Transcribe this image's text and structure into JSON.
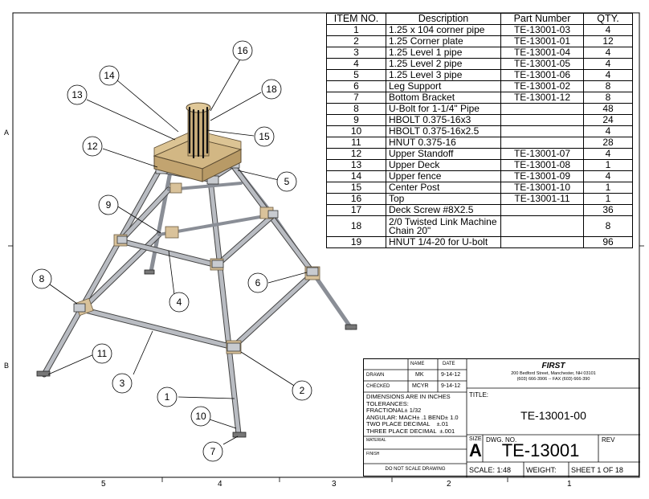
{
  "bom": {
    "headers": [
      "ITEM NO.",
      "Description",
      "Part Number",
      "QTY."
    ],
    "rows": [
      [
        "1",
        "1.25 x 104 corner pipe",
        "TE-13001-03",
        "4"
      ],
      [
        "2",
        "1.25 Corner plate",
        "TE-13001-01",
        "12"
      ],
      [
        "3",
        "1.25 Level 1 pipe",
        "TE-13001-04",
        "4"
      ],
      [
        "4",
        "1.25 Level 2 pipe",
        "TE-13001-05",
        "4"
      ],
      [
        "5",
        "1.25 Level 3 pipe",
        "TE-13001-06",
        "4"
      ],
      [
        "6",
        "Leg Support",
        "TE-13001-02",
        "8"
      ],
      [
        "7",
        "Bottom Bracket",
        "TE-13001-12",
        "8"
      ],
      [
        "8",
        "U-Bolt for 1-1/4\" Pipe",
        "",
        "48"
      ],
      [
        "9",
        "HBOLT 0.375-16x3",
        "",
        "24"
      ],
      [
        "10",
        "HBOLT 0.375-16x2.5",
        "",
        "4"
      ],
      [
        "11",
        "HNUT 0.375-16",
        "",
        "28"
      ],
      [
        "12",
        "Upper Standoff",
        "TE-13001-07",
        "4"
      ],
      [
        "13",
        "Upper Deck",
        "TE-13001-08",
        "1"
      ],
      [
        "14",
        "Upper fence",
        "TE-13001-09",
        "4"
      ],
      [
        "15",
        "Center Post",
        "TE-13001-10",
        "1"
      ],
      [
        "16",
        "Top",
        "TE-13001-11",
        "1"
      ],
      [
        "17",
        "Deck Screw #8X2.5",
        "",
        "36"
      ],
      [
        "18",
        "2/0 Twisted Link Machine Chain 20\"",
        "",
        "8"
      ],
      [
        "19",
        "HNUT 1/4-20 for U-bolt",
        "",
        "96"
      ]
    ]
  },
  "title_block": {
    "col_name": "NAME",
    "col_date": "DATE",
    "drawn_label": "DRAWN",
    "drawn_name": "MK",
    "drawn_date": "9-14-12",
    "checked_label": "CHECKED",
    "checked_name": "MCYR",
    "checked_date": "9-14-12",
    "company": "FIRST",
    "address1": "200 Bedford Street, Manchester, NH 03101",
    "address2": "(603) 666-3906 -- FAX (603) 666-390",
    "tolerance_lines": [
      "DIMENSIONS ARE IN INCHES",
      "TOLERANCES:",
      "FRACTIONAL± 1/32",
      "ANGULAR: MACH± .1 BEND± 1.0",
      "TWO PLACE DECIMAL    ±.01",
      "THREE PLACE DECIMAL  ±.001"
    ],
    "material_label": "MATERIAL",
    "finish_label": "FINISH",
    "no_scale": "DO NOT SCALE DRAWING",
    "title_label": "TITLE:",
    "title_value": "TE-13001-00",
    "size_label": "SIZE",
    "size_value": "A",
    "dwg_label": "DWG.  NO.",
    "dwg_value": "TE-13001",
    "rev_label": "REV",
    "scale": "SCALE: 1:48",
    "weight": "WEIGHT:",
    "sheet": "SHEET 1 OF 18"
  },
  "ruler": [
    "5",
    "4",
    "3",
    "2",
    "1"
  ],
  "side_labels": [
    "A",
    "B"
  ],
  "callouts": [
    "1",
    "2",
    "3",
    "4",
    "5",
    "6",
    "7",
    "8",
    "9",
    "10",
    "11",
    "12",
    "13",
    "14",
    "15",
    "16",
    "18"
  ]
}
